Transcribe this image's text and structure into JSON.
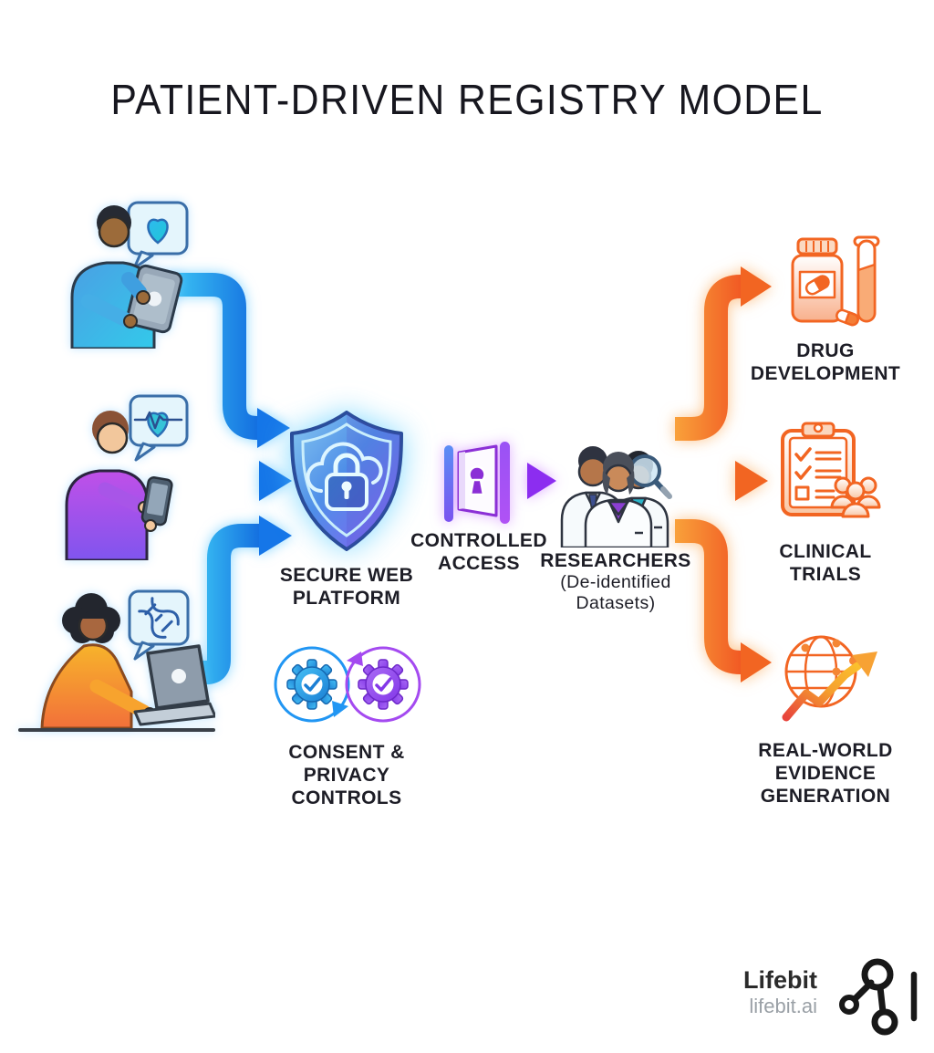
{
  "title": "PATIENT-DRIVEN REGISTRY MODEL",
  "patients": [
    {
      "figure": "patient-using-tablet",
      "bubble_icon": "heart-icon"
    },
    {
      "figure": "patient-using-phone",
      "bubble_icon": "heart-pulse-icon"
    },
    {
      "figure": "patient-using-laptop",
      "bubble_icon": "dna-icon"
    }
  ],
  "nodes": {
    "secure_platform": {
      "label": [
        "SECURE WEB",
        "PLATFORM"
      ],
      "icon": "shield-cloud-lock-icon"
    },
    "controlled_access": {
      "label": [
        "CONTROLLED",
        "ACCESS"
      ],
      "icon": "gate-keyhole-icon"
    },
    "researchers": {
      "label": "RESEARCHERS",
      "sublabel": [
        "(De-identified",
        "Datasets)"
      ],
      "icon": "researchers-group-icon"
    },
    "consent": {
      "label": [
        "CONSENT &",
        "PRIVACY",
        "CONTROLS"
      ],
      "icon": "consent-gears-icon"
    },
    "drug_development": {
      "label": [
        "DRUG",
        "DEVELOPMENT"
      ],
      "icon": "pill-bottle-test-tube-icon"
    },
    "clinical_trials": {
      "label": [
        "CLINICAL",
        "TRIALS"
      ],
      "icon": "clipboard-participants-icon"
    },
    "real_world_evidence": {
      "label": [
        "REAL-WORLD",
        "EVIDENCE",
        "GENERATION"
      ],
      "icon": "globe-growth-icon"
    }
  },
  "flows": [
    {
      "from": "patients",
      "to": "secure_platform",
      "color": "#1e88e5"
    },
    {
      "from": "secure_platform",
      "to": "researchers",
      "via": "controlled_access",
      "color": "#a437f0"
    },
    {
      "from": "researchers",
      "to": "outcomes",
      "color": "#f26522"
    }
  ],
  "branding": {
    "name": "Lifebit",
    "domain": "lifebit.ai"
  }
}
